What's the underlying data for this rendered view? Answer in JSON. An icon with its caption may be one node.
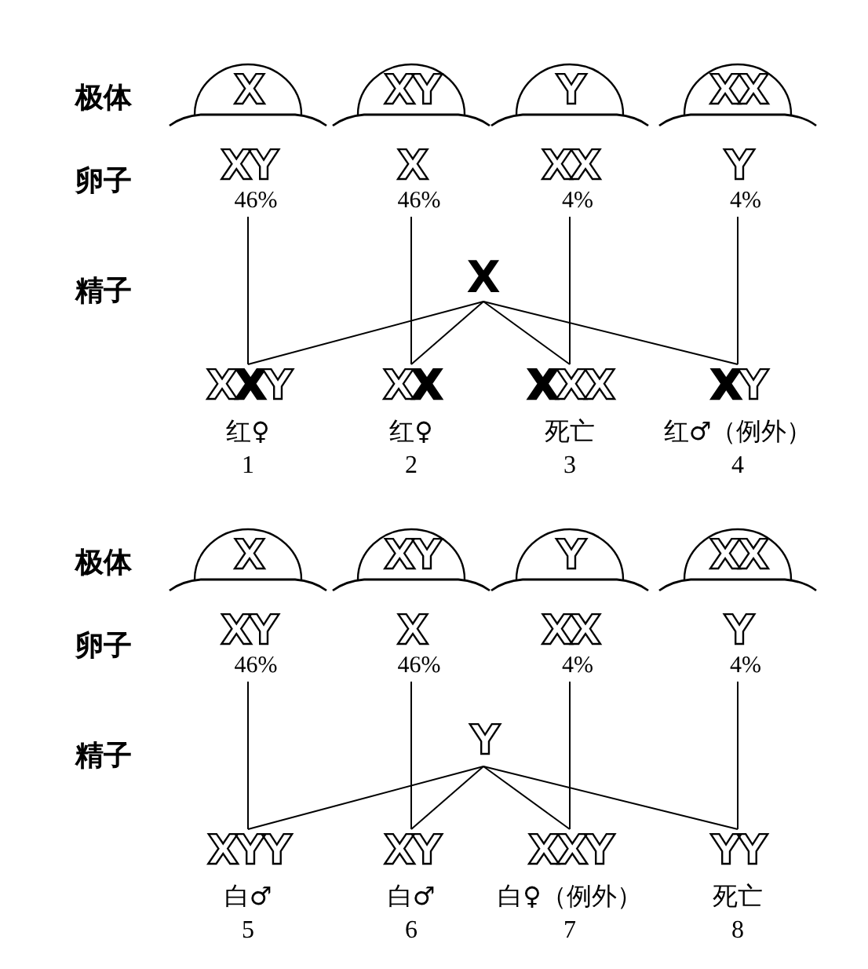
{
  "diagram": {
    "nodes": [
      {
        "text": [
          "X"
        ]
      },
      {
        "text": [
          "XY"
        ]
      },
      {
        "text": [
          "Y"
        ]
      },
      {
        "text": [
          "XX"
        ]
      },
      {
        "text": [
          "XY",
          "46%"
        ]
      },
      {
        "text": [
          "X",
          "46%"
        ]
      },
      {
        "text": [
          "XX",
          "4%"
        ]
      },
      {
        "text": [
          "Y",
          "4%"
        ]
      },
      {
        "text": [
          "X"
        ]
      },
      {
        "text": [
          "X**X**Y"
        ],
        "beside": [
          "红♀",
          "1"
        ]
      },
      {
        "text": [
          "X**X**"
        ],
        "beside": [
          "红♀",
          "2"
        ]
      },
      {
        "text": [
          "**X**XX"
        ],
        "beside": [
          "死亡",
          "3"
        ]
      },
      {
        "text": [
          "**X**Y"
        ],
        "beside": [
          "红♂（例外）",
          "4"
        ]
      },
      {
        "text": [
          "X"
        ]
      },
      {
        "text": [
          "XY"
        ]
      },
      {
        "text": [
          "Y"
        ]
      },
      {
        "text": [
          "XX"
        ]
      },
      {
        "text": [
          "XY",
          "46%"
        ]
      },
      {
        "text": [
          "X",
          "46%"
        ]
      },
      {
        "text": [
          "XX",
          "4%"
        ]
      },
      {
        "text": [
          "Y",
          "4%"
        ]
      },
      {
        "text": [
          "Y"
        ]
      },
      {
        "text": [
          "XYY"
        ],
        "beside": [
          "白♂",
          "5"
        ]
      },
      {
        "text": [
          "XY"
        ],
        "beside": [
          "白♂",
          "6"
        ]
      },
      {
        "text": [
          "XXY"
        ],
        "beside": [
          "白♀（例外）",
          "7"
        ]
      },
      {
        "text": [
          "YY"
        ],
        "beside": [
          "死亡",
          "8"
        ]
      }
    ],
    "edges": [
      {
        "from": 4,
        "to": 9,
        "arrow": "none"
      },
      {
        "from": 5,
        "to": 10,
        "arrow": "none"
      },
      {
        "from": 6,
        "to": 11,
        "arrow": "none"
      },
      {
        "from": 7,
        "to": 12,
        "arrow": "none"
      },
      {
        "from": 8,
        "to": 9,
        "arrow": "none"
      },
      {
        "from": 8,
        "to": 10,
        "arrow": "none"
      },
      {
        "from": 8,
        "to": 11,
        "arrow": "none"
      },
      {
        "from": 8,
        "to": 12,
        "arrow": "none"
      },
      {
        "from": 17,
        "to": 22,
        "arrow": "none"
      },
      {
        "from": 18,
        "to": 23,
        "arrow": "none"
      },
      {
        "from": 19,
        "to": 24,
        "arrow": "none"
      },
      {
        "from": 20,
        "to": 25,
        "arrow": "none"
      },
      {
        "from": 21,
        "to": 22,
        "arrow": "none"
      },
      {
        "from": 21,
        "to": 23,
        "arrow": "none"
      },
      {
        "from": 21,
        "to": 24,
        "arrow": "none"
      },
      {
        "from": 21,
        "to": 25,
        "arrow": "none"
      }
    ],
    "labels": [
      "极体",
      "卵子",
      "精子",
      "极体",
      "卵子",
      "精子"
    ]
  }
}
